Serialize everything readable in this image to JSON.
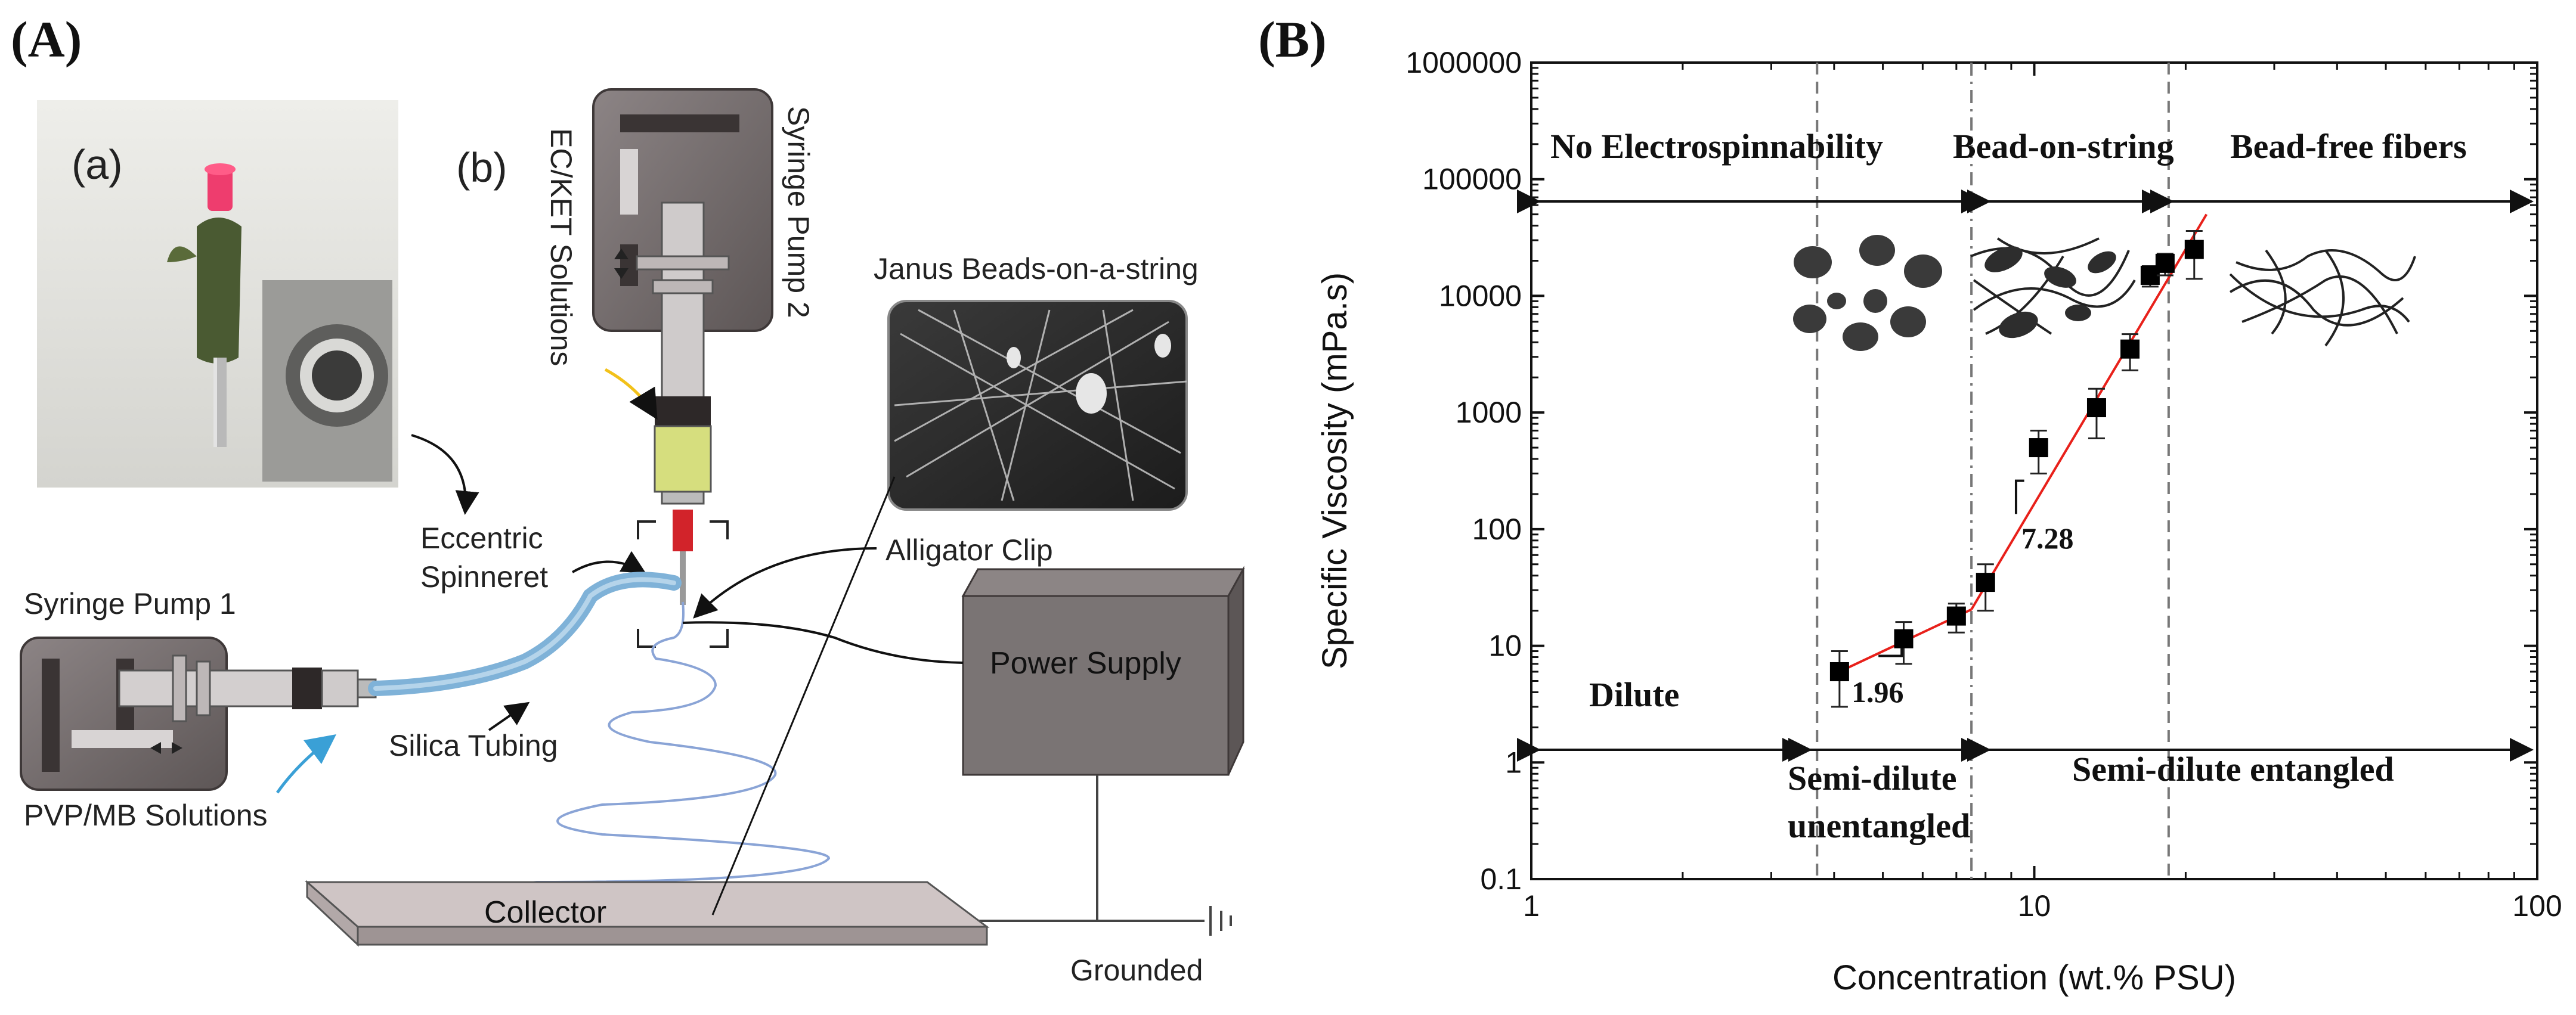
{
  "panel_a": {
    "panel_label": "(A)",
    "sub_a": "(a)",
    "sub_b": "(b)",
    "pump2_label": "Syringe Pump 2",
    "solution2_label": "EC/KET Solutions",
    "janus_label": "Janus Beads-on-a-string",
    "alligator_label": "Alligator Clip",
    "spinneret_line1": "Eccentric",
    "spinneret_line2": "Spinneret",
    "pump1_label": "Syringe Pump 1",
    "power_label": "Power Supply",
    "tubing_label": "Silica Tubing",
    "solution1_label": "PVP/MB Solutions",
    "collector_label": "Collector",
    "ground_label": "Grounded"
  },
  "panel_b": {
    "panel_label": "(B)",
    "region_no_spin": "No Electrospinnability",
    "region_bead_string": "Bead-on-string",
    "region_bead_free": "Bead-free fibers",
    "regime_dilute": "Dilute",
    "regime_semi_unent_1": "Semi-dilute",
    "regime_semi_unent_2": "unentangled",
    "regime_semi_ent": "Semi-dilute entangled",
    "slope1": "1.96",
    "slope2": "7.28"
  },
  "chart_data": {
    "type": "scatter",
    "title": "",
    "xlabel": "Concentration (wt.% PSU)",
    "ylabel": "Specific Viscosity (mPa.s)",
    "xscale": "log",
    "yscale": "log",
    "xlim": [
      1,
      100
    ],
    "ylim": [
      0.1,
      1000000
    ],
    "x_ticks": [
      "1",
      "10",
      "100"
    ],
    "y_ticks": [
      "0.1",
      "1",
      "10",
      "100",
      "1000",
      "10000",
      "100000",
      "1000000"
    ],
    "series": [
      {
        "x": [
          4.1,
          5.5,
          7.0,
          8.0,
          10.2,
          13.3,
          15.5,
          17.0,
          18.2,
          20.8
        ],
        "y": [
          6.0,
          11.5,
          18.0,
          35.0,
          500,
          1100,
          3500,
          15000,
          19000,
          25000
        ],
        "err": [
          3.0,
          4.5,
          5.0,
          15.0,
          200,
          500,
          1200,
          3000,
          4000,
          11000
        ],
        "color": "#000000"
      }
    ],
    "fit_lines": [
      {
        "x": [
          4.1,
          7.5
        ],
        "y": [
          6.0,
          20.5
        ],
        "color": "#e8201a"
      },
      {
        "x": [
          7.5,
          22.0
        ],
        "y": [
          20.5,
          50000
        ],
        "color": "#e8201a"
      }
    ],
    "vlines_x": [
      3.7,
      7.5,
      18.5
    ],
    "grid": false
  }
}
